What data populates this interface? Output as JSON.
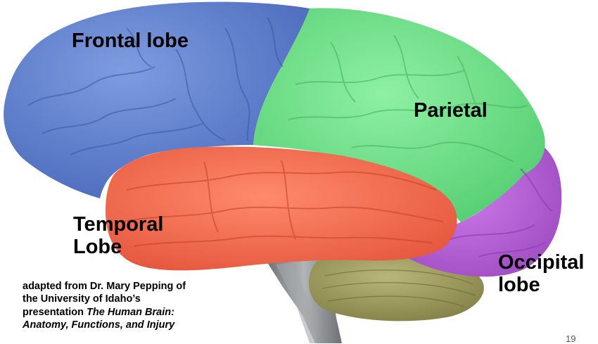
{
  "labels": {
    "frontal": "Frontal lobe",
    "parietal": "Parietal",
    "temporal_line1": "Temporal",
    "temporal_line2": "Lobe",
    "occipital_line1": "Occipital",
    "occipital_line2": "lobe"
  },
  "credit": {
    "line1": "adapted from Dr. Mary Pepping of",
    "line2": "the University of Idaho’s",
    "line3_prefix": "presentation ",
    "line3_title": "The Human Brain:",
    "line4_title": "Anatomy, Functions, and Injury"
  },
  "slide_number": "19",
  "colors": {
    "frontal": "#5b7fd0",
    "parietal": "#6fe28a",
    "temporal": "#f26a4f",
    "occipital": "#b55fd6",
    "cerebellum": "#9c9a5a",
    "brainstem": "#8f9296"
  }
}
